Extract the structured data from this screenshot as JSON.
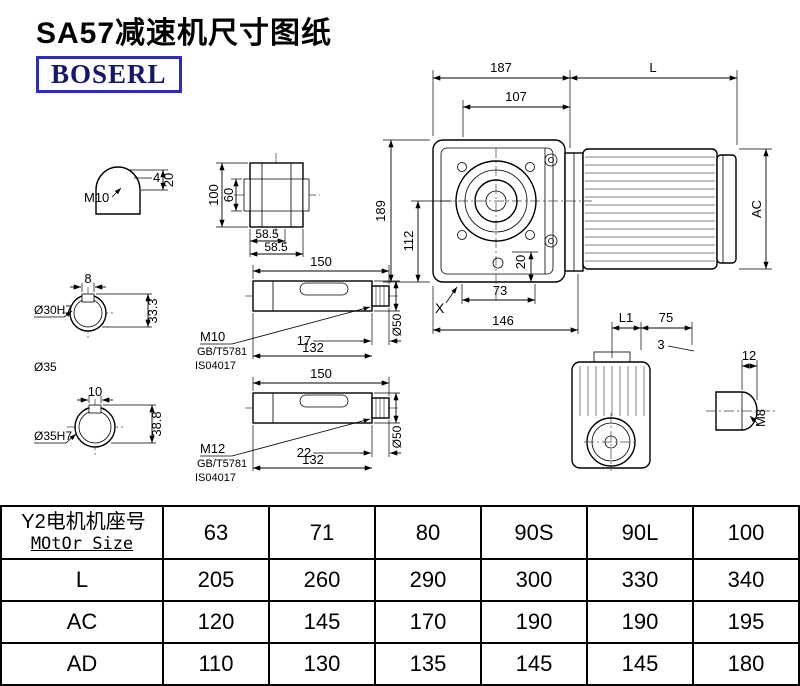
{
  "colors": {
    "background": "#ffffff",
    "line": "#000000",
    "logo_border": "#2d2db8",
    "logo_text": "#16166b"
  },
  "header": {
    "title": "SA57减速机尺寸图纸",
    "logo": "BOSERL"
  },
  "drawing": {
    "main_view": {
      "d187": "187",
      "dL": "L",
      "d107": "107",
      "d189": "189",
      "d112": "112",
      "d20": "20",
      "d73": "73",
      "d146": "146",
      "x_mark": "X",
      "dAC": "AC"
    },
    "rear_view": {
      "dL1": "L1",
      "d75": "75",
      "d3": "3",
      "d12": "12",
      "dM8": "M8"
    },
    "shaft_end": {
      "thread": "M10",
      "d4": "4",
      "d20": "20"
    },
    "flange": {
      "d100": "100",
      "d60": "60",
      "d58_5_a": "58.5",
      "d58_5_b": "58.5"
    },
    "bore30": {
      "d8": "8",
      "dia": "Ø30H7",
      "d33_3": "33.3",
      "dia_outer": "Ø35"
    },
    "bore35": {
      "d10": "10",
      "dia": "Ø35H7",
      "d38_8": "38.8"
    },
    "shaft_m10": {
      "d150": "150",
      "thread": "M10",
      "std1": "GB/T5781",
      "std2": "IS04017",
      "d17": "17",
      "d132": "132",
      "dia": "Ø50"
    },
    "shaft_m12": {
      "d150": "150",
      "thread": "M12",
      "std1": "GB/T5781",
      "std2": "IS04017",
      "d22": "22",
      "d132": "132",
      "dia": "Ø50"
    }
  },
  "table": {
    "motor_row": {
      "label_cn": "Y2电机机座号",
      "label_en": "MOtOr Size",
      "values": [
        "63",
        "71",
        "80",
        "90S",
        "90L",
        "100"
      ]
    },
    "rows": [
      {
        "label": "L",
        "values": [
          "205",
          "260",
          "290",
          "300",
          "330",
          "340"
        ]
      },
      {
        "label": "AC",
        "values": [
          "120",
          "145",
          "170",
          "190",
          "190",
          "195"
        ]
      },
      {
        "label": "AD",
        "values": [
          "110",
          "130",
          "135",
          "145",
          "145",
          "180"
        ]
      }
    ]
  }
}
